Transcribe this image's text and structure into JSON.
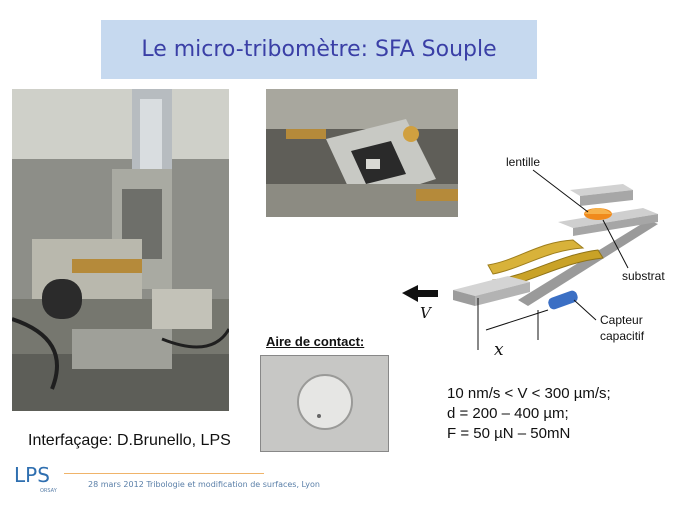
{
  "slide": {
    "title": "Le micro-tribomètre: SFA Souple",
    "contact_title": "Aire de contact:",
    "interface_caption": "Interfaçage: D.Brunello, LPS",
    "params": [
      "10 nm/s < V < 300 µm/s;",
      "d = 200 – 400 µm;",
      "F = 50 µN – 50mN"
    ],
    "footer": "28 mars 2012 Tribologie et  modification de surfaces, Lyon",
    "logo": {
      "letters": "LPS",
      "sub": "ORSAY"
    }
  },
  "diagram": {
    "labels": {
      "lentille": "lentille",
      "substrat": "substrat",
      "capteur_1": "Capteur",
      "capteur_2": "capacitif",
      "v": "V",
      "x": "x"
    }
  },
  "colors": {
    "title_bg": "#c6d9ef",
    "title_text": "#3a3fa6",
    "spring": "#c9a227",
    "lens": "#f08a1c",
    "sensor": "#3b6fc4"
  }
}
